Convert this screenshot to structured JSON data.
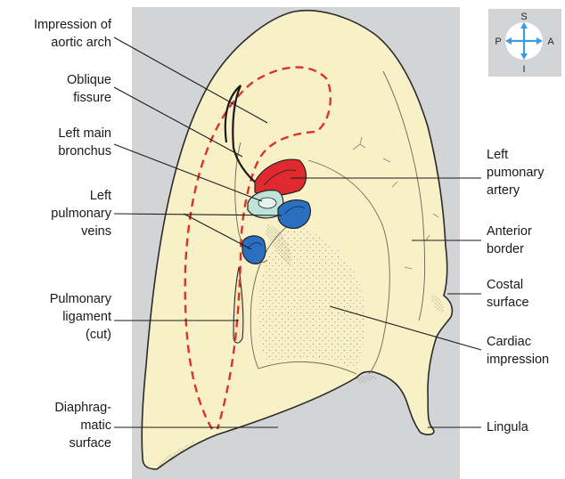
{
  "labels": {
    "aortic_arch": [
      "Impression of",
      "aortic arch"
    ],
    "oblique_fissure": [
      "Oblique",
      "fissure"
    ],
    "left_main_bronchus": [
      "Left main",
      "bronchus"
    ],
    "left_pulmonary_veins": [
      "Left",
      "pulmonary",
      "veins"
    ],
    "pulmonary_ligament": [
      "Pulmonary",
      "ligament",
      "(cut)"
    ],
    "diaphragmatic_surface": [
      "Diaphrag-",
      "matic",
      "surface"
    ],
    "left_pulmonary_artery": [
      "Left",
      "pumonary",
      "artery"
    ],
    "anterior_border": [
      "Anterior",
      "border"
    ],
    "costal_surface": [
      "Costal",
      "surface"
    ],
    "cardiac_impression": [
      "Cardiac",
      "impression"
    ],
    "lingula": [
      "Lingula"
    ]
  },
  "compass": {
    "superior": "S",
    "inferior": "I",
    "posterior": "P",
    "anterior": "A"
  },
  "colors": {
    "background_panel": "#d3d4d6",
    "lung_fill": "#f8f1c8",
    "artery": "#e02a2f",
    "vein": "#2a6fc0",
    "bronchus": "#bfe3d8",
    "fissure_dash": "#d9332b",
    "compass_arrow": "#3d9be0"
  }
}
